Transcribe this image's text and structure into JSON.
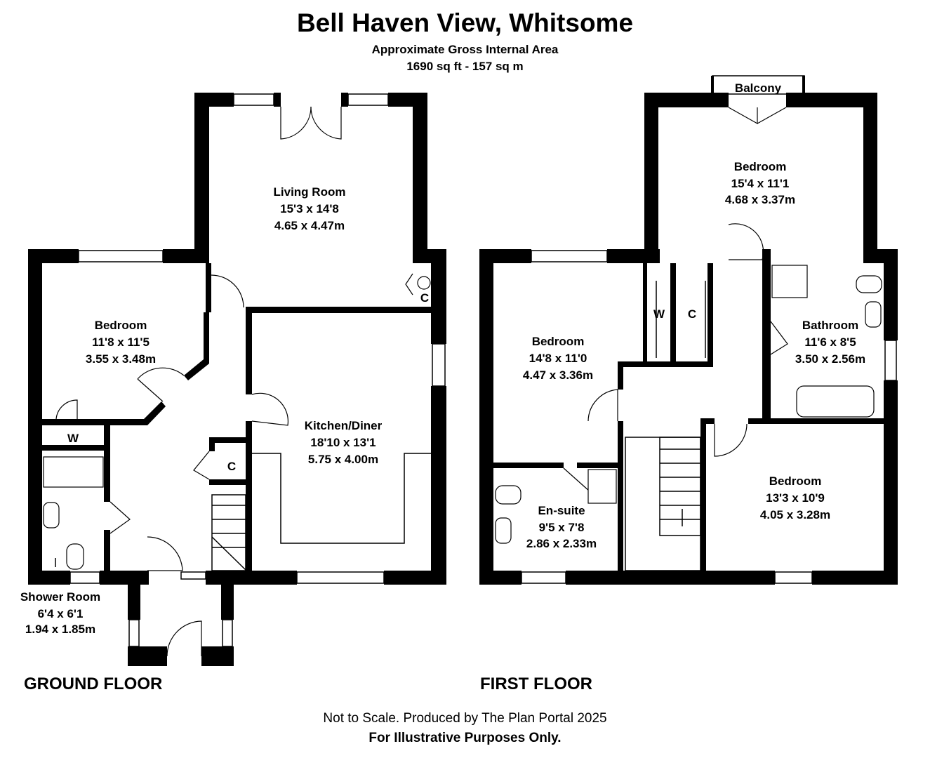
{
  "header": {
    "title": "Bell Haven View, Whitsome",
    "subtitle": "Approximate Gross Internal Area",
    "area": "1690 sq ft - 157 sq m"
  },
  "floors": {
    "ground": {
      "label": "GROUND FLOOR",
      "rooms": {
        "living": {
          "name": "Living Room",
          "imperial": "15'3 x 14'8",
          "metric": "4.65 x 4.47m"
        },
        "bedroom": {
          "name": "Bedroom",
          "imperial": "11'8 x 11'5",
          "metric": "3.55 x 3.48m"
        },
        "kitchen": {
          "name": "Kitchen/Diner",
          "imperial": "18'10 x 13'1",
          "metric": "5.75 x 4.00m"
        },
        "shower": {
          "name": "Shower Room",
          "imperial": "6'4 x 6'1",
          "metric": "1.94 x 1.85m"
        }
      },
      "cupboards": {
        "w": "W",
        "c1": "C",
        "c2": "C"
      }
    },
    "first": {
      "label": "FIRST FLOOR",
      "balcony": "Balcony",
      "rooms": {
        "bed1": {
          "name": "Bedroom",
          "imperial": "15'4 x 11'1",
          "metric": "4.68 x 3.37m"
        },
        "bed2": {
          "name": "Bedroom",
          "imperial": "14'8 x 11'0",
          "metric": "4.47 x 3.36m"
        },
        "bath": {
          "name": "Bathroom",
          "imperial": "11'6 x 8'5",
          "metric": "3.50 x 2.56m"
        },
        "ensuite": {
          "name": "En-suite",
          "imperial": "9'5 x 7'8",
          "metric": "2.86 x 2.33m"
        },
        "bed3": {
          "name": "Bedroom",
          "imperial": "13'3 x 10'9",
          "metric": "4.05 x 3.28m"
        }
      },
      "cupboards": {
        "w": "W",
        "c": "C"
      }
    }
  },
  "footer": {
    "line1": "Not to Scale. Produced by The Plan Portal 2025",
    "line2": "For Illustrative Purposes Only."
  }
}
